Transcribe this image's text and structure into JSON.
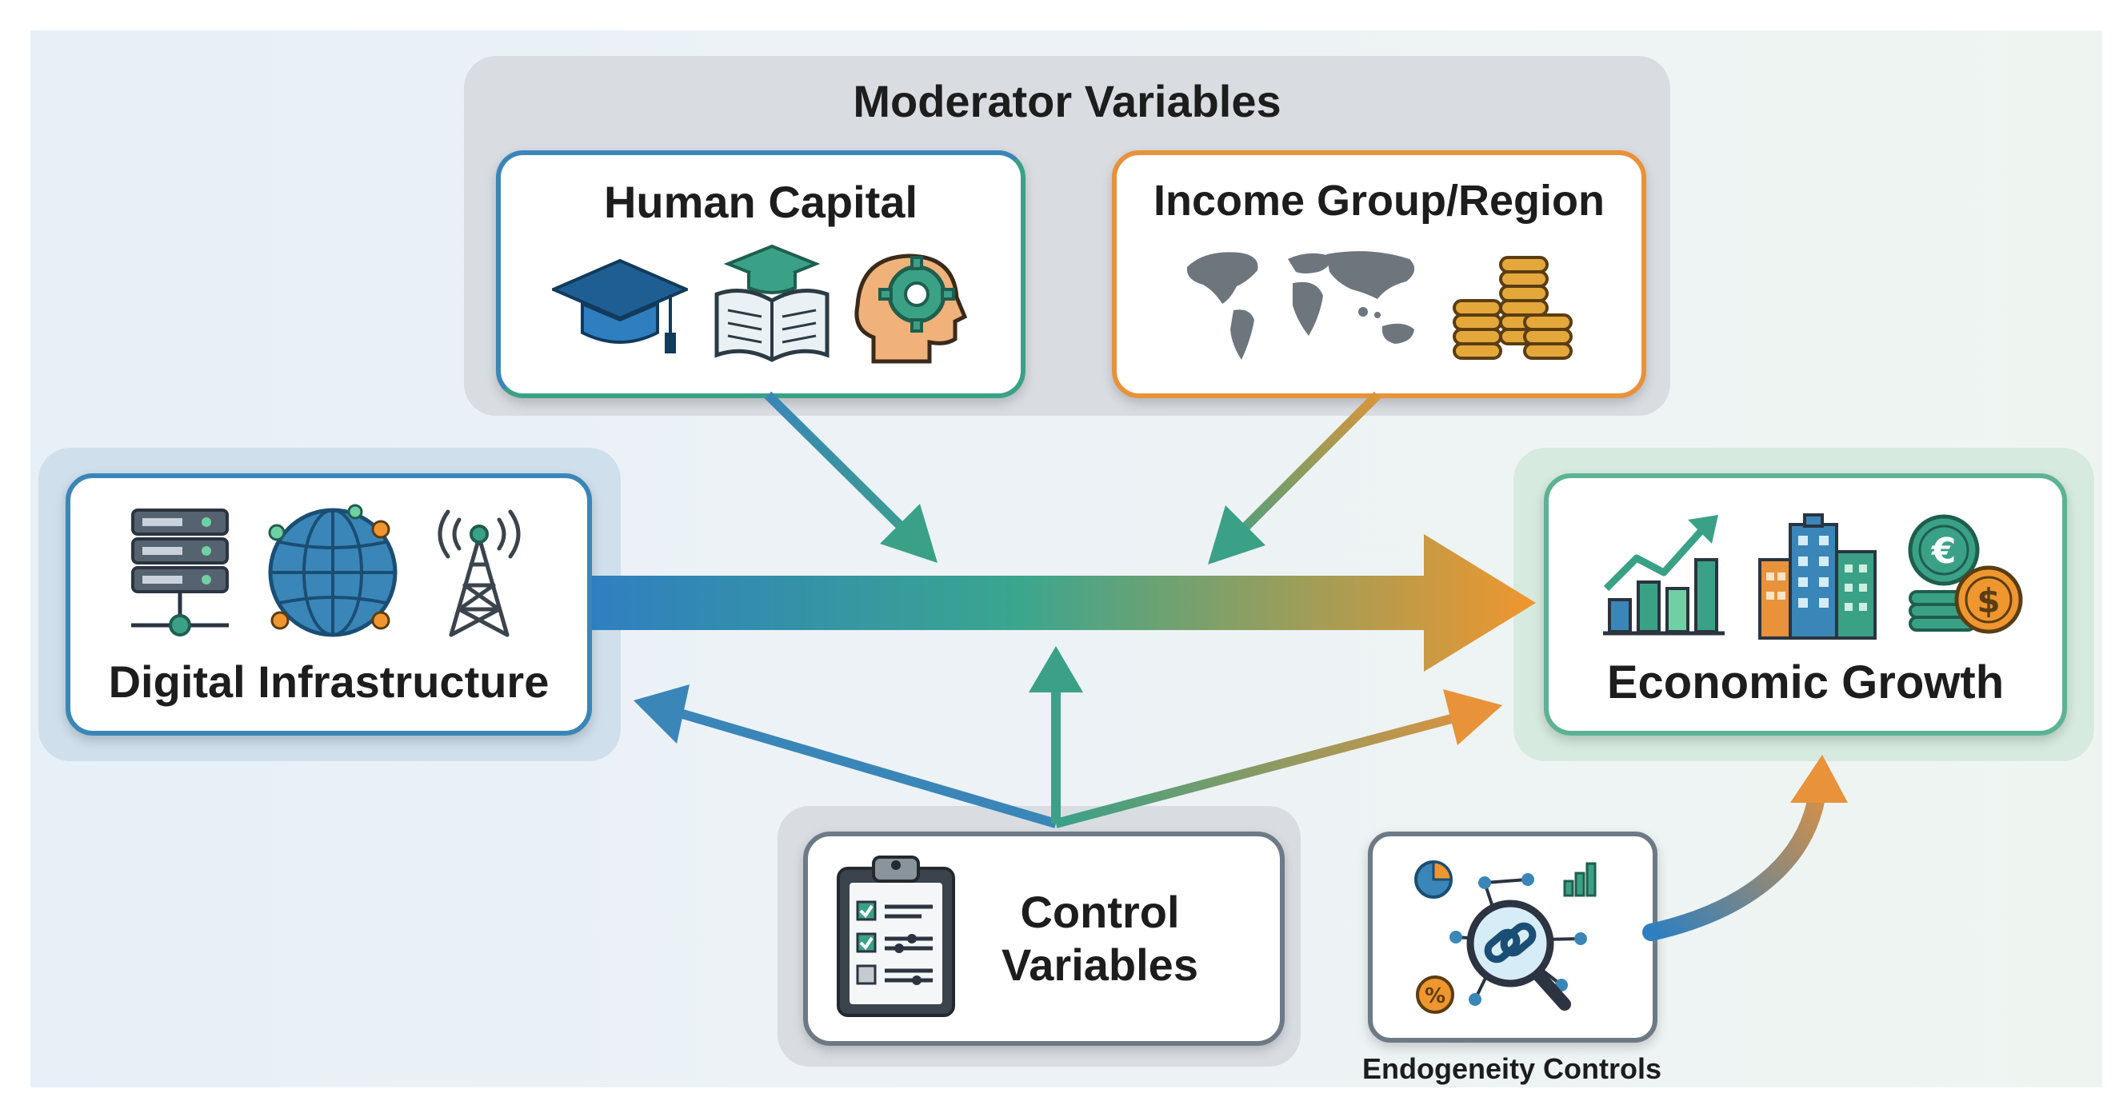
{
  "moderator": {
    "title": "Moderator Variables",
    "human_capital": "Human Capital",
    "income_group": "Income Group/Region"
  },
  "nodes": {
    "digital_infrastructure": "Digital Infrastructure",
    "economic_growth": "Economic Growth",
    "control_variables_line1": "Control",
    "control_variables_line2": "Variables",
    "endogeneity_controls": "Endogeneity Controls"
  },
  "icons": {
    "human_capital": [
      "graduation-cap-icon",
      "book-icon",
      "head-gear-icon"
    ],
    "income_group": [
      "world-map-icon",
      "coin-stacks-icon"
    ],
    "digital_infrastructure": [
      "server-icon",
      "globe-network-icon",
      "antenna-tower-icon"
    ],
    "economic_growth": [
      "growth-chart-icon",
      "buildings-icon",
      "euro-dollar-coins-icon"
    ],
    "control_variables": [
      "clipboard-checklist-icon"
    ],
    "endogeneity_controls": [
      "magnifier-link-icon"
    ]
  },
  "colors": {
    "blue": "#3a86b8",
    "teal": "#3aa187",
    "orange": "#e8923a",
    "green_border": "#5cb393",
    "gray_panel": "#d9dde2"
  }
}
